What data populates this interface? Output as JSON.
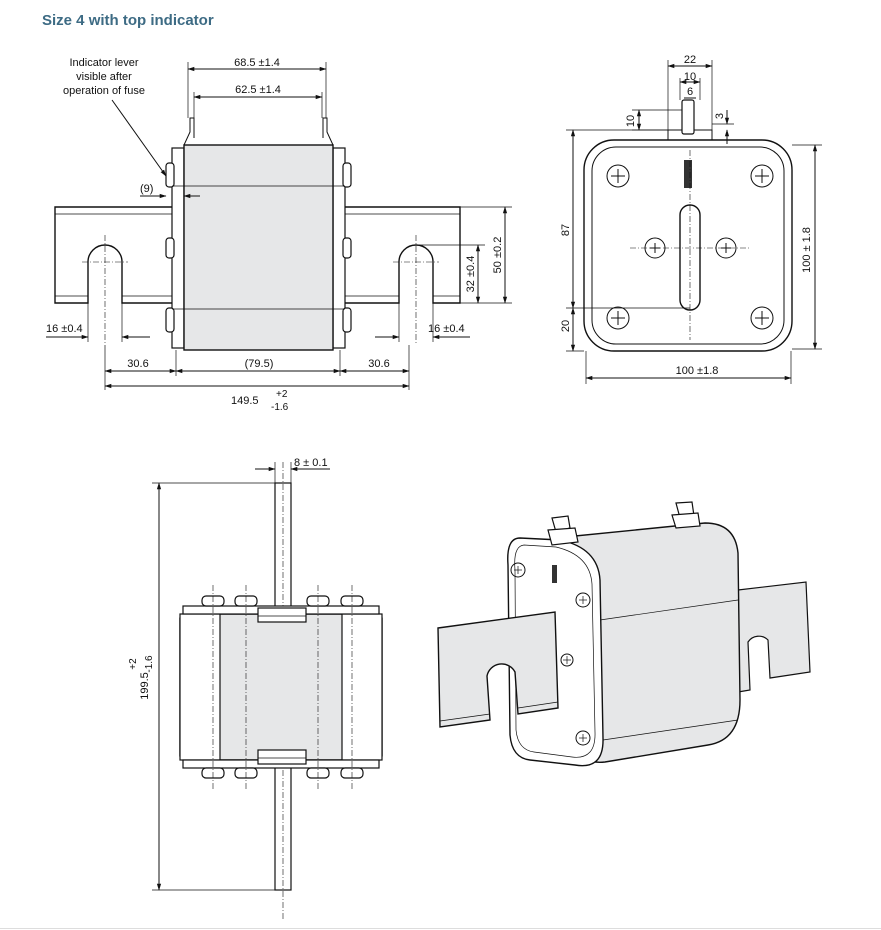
{
  "title": "Size 4 with top indicator",
  "side_view": {
    "note_lines": [
      "Indicator lever",
      "visible after",
      "operation of fuse"
    ],
    "dim_68_5": "68.5  ±1.4",
    "dim_62_5": "62.5  ±1.4",
    "dim_9": "(9)",
    "dim_16_left": "16 ±0.4",
    "dim_16_right": "16 ±0.4",
    "dim_32": "32 ±0.4",
    "dim_50": "50 ±0.2",
    "dim_30_6_left": "30.6",
    "dim_79_5": "(79.5)",
    "dim_30_6_right": "30.6",
    "dim_149_5": "149.5",
    "tol_plus": "+2",
    "tol_minus": "-1.6"
  },
  "front_view": {
    "dim_22": "22",
    "dim_10_top": "10",
    "dim_6": "6",
    "dim_10_left": "10",
    "dim_3": "3",
    "dim_87": "87",
    "dim_20": "20",
    "dim_100_side": "100 ± 1.8",
    "dim_100_bottom": "100  ±1.8"
  },
  "top_view": {
    "dim_8": "8  ± 0.1",
    "dim_199_5": "199.5",
    "tol_plus": "+2",
    "tol_minus": "-1.6"
  },
  "colors": {
    "title": "#3d6b84",
    "body_fill": "#e6e7e8",
    "line": "#111111"
  }
}
